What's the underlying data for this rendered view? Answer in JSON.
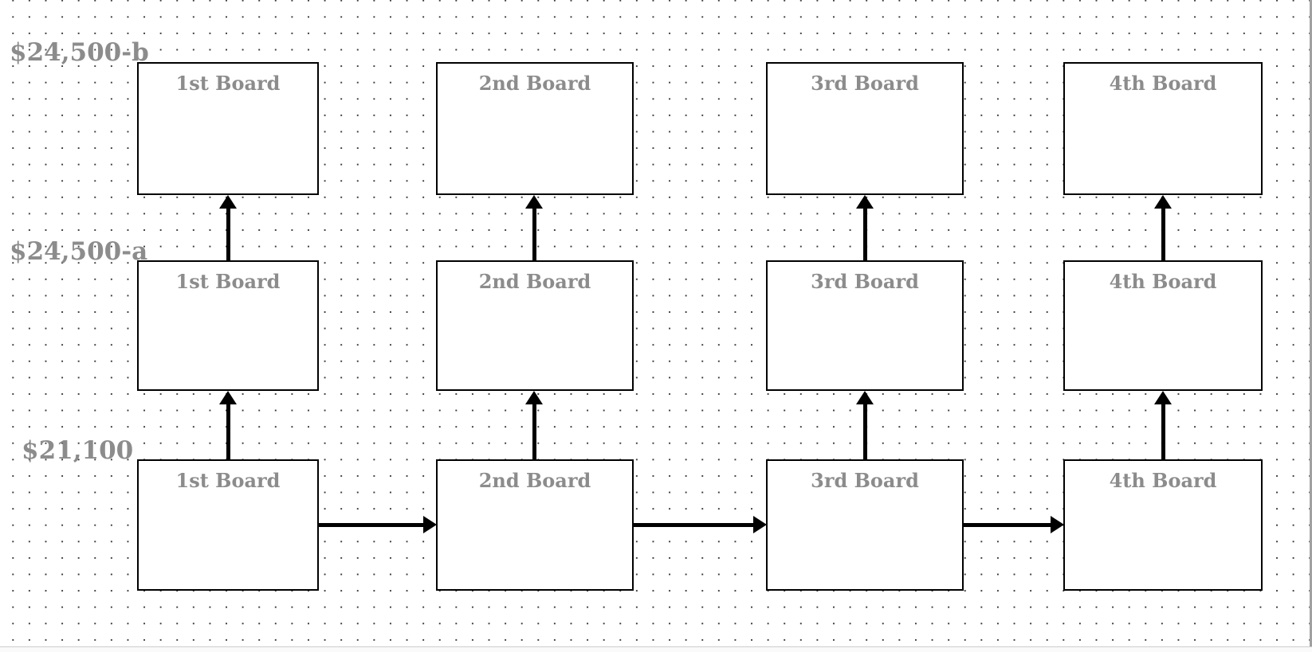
{
  "diagram": {
    "lanes": [
      {
        "label": "$24,500-b",
        "boxes": [
          {
            "title": "1st Board"
          },
          {
            "title": "2nd Board"
          },
          {
            "title": "3rd Board"
          },
          {
            "title": "4th Board"
          }
        ]
      },
      {
        "label": "$24,500-a",
        "boxes": [
          {
            "title": "1st Board"
          },
          {
            "title": "2nd Board"
          },
          {
            "title": "3rd Board"
          },
          {
            "title": "4th Board"
          }
        ]
      },
      {
        "label": "$21,100",
        "boxes": [
          {
            "title": "1st Board"
          },
          {
            "title": "2nd Board"
          },
          {
            "title": "3rd Board"
          },
          {
            "title": "4th Board"
          }
        ]
      }
    ]
  },
  "colors": {
    "node_border": "#000000",
    "node_fill": "#ffffff",
    "label_gray": "#8c8c8c",
    "grid_dot": "#3a3a3a",
    "connector": "#000000",
    "scrollbar": "#a0a0a0"
  }
}
